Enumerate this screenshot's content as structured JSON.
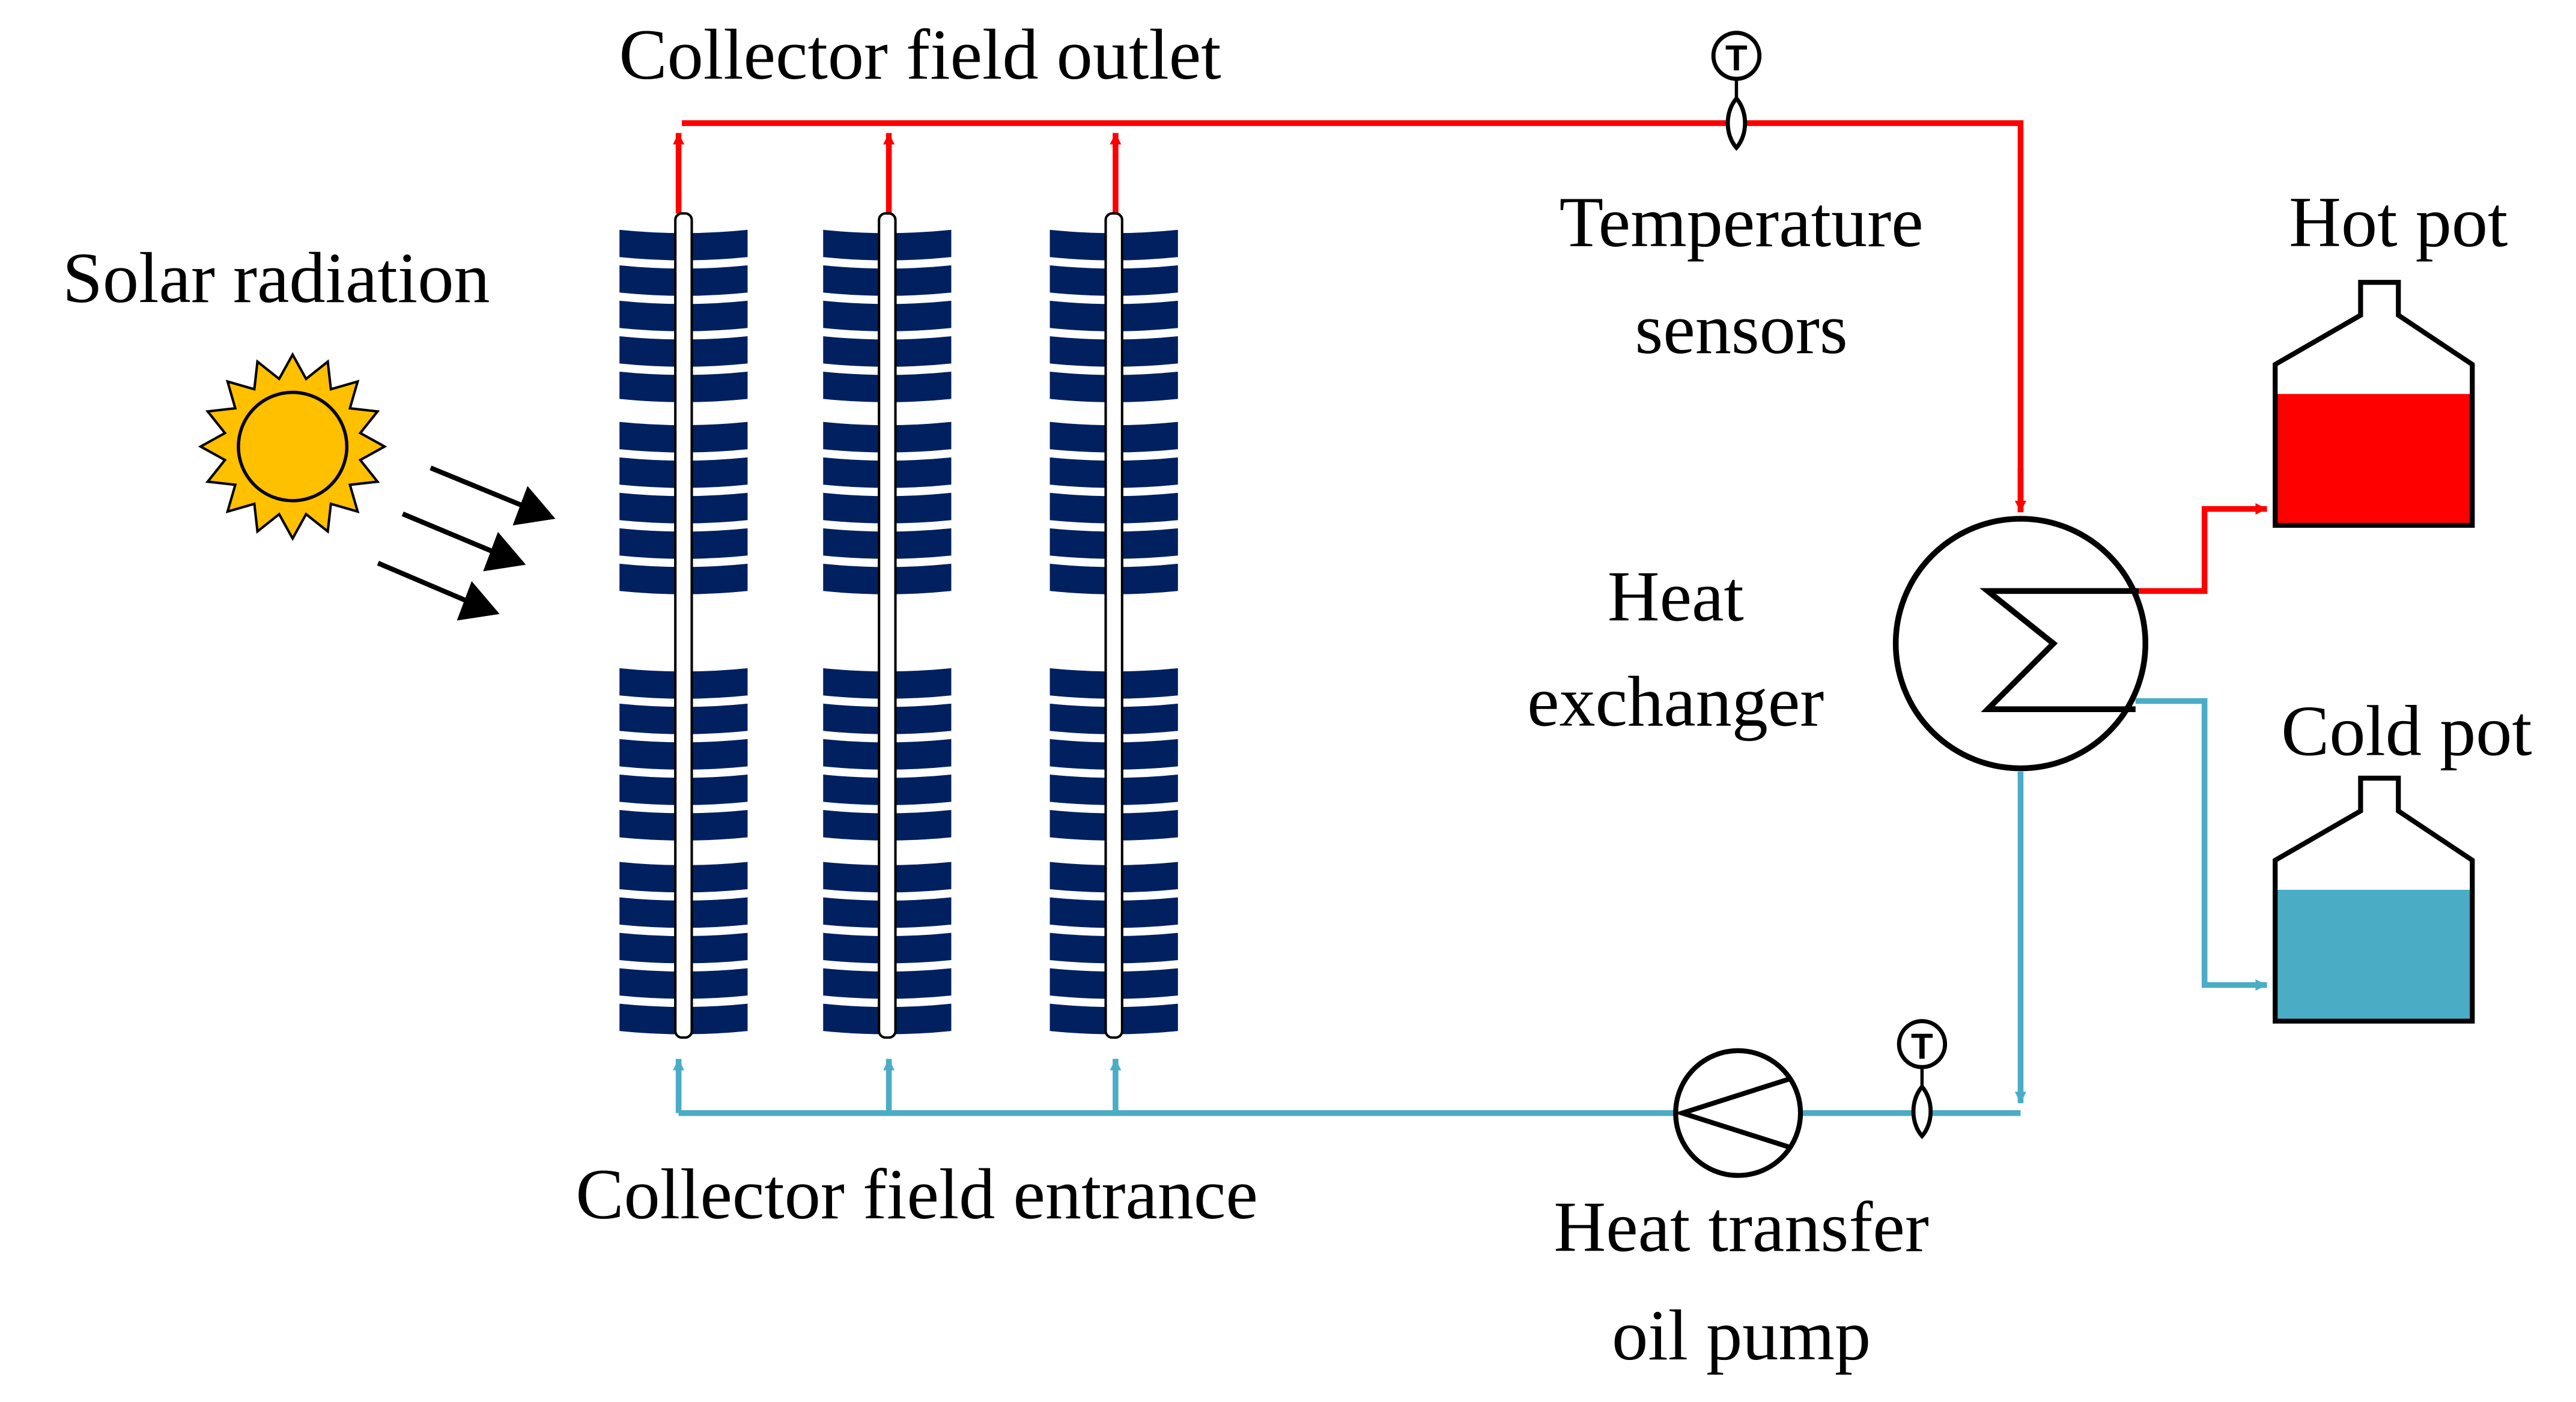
{
  "labels": {
    "collector_outlet": "Collector field outlet",
    "solar_radiation": "Solar radiation",
    "temperature_sensors_line1": "Temperature",
    "temperature_sensors_line2": "sensors",
    "hot_pot": "Hot pot",
    "heat_exchanger_line1": "Heat",
    "heat_exchanger_line2": "exchanger",
    "cold_pot": "Cold pot",
    "collector_entrance": "Collector field entrance",
    "pump_line1": "Heat transfer",
    "pump_line2": "oil pump",
    "sensor_symbol": "T"
  },
  "colors": {
    "hot_line": "#ff0000",
    "cold_line": "#4bacc6",
    "collector_panel": "#002060",
    "hot_fluid": "#ff0000",
    "cold_fluid": "#4bacc6",
    "sun_fill": "#ffc000",
    "outline": "#000000"
  },
  "components": {
    "collector_columns": 3,
    "panels_per_column": 4,
    "temperature_sensor_count": 2
  }
}
